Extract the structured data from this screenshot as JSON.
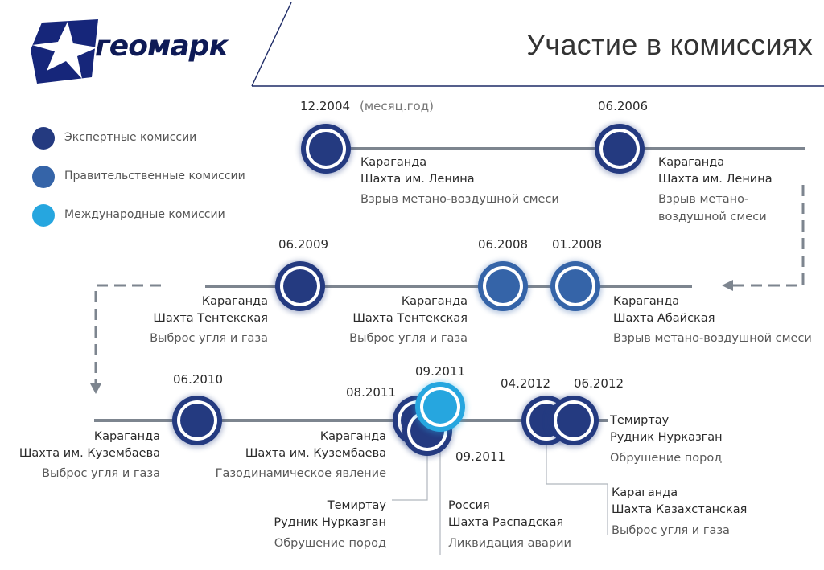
{
  "header": {
    "brand": "геомарк",
    "title": "Участие в комиссиях"
  },
  "colors": {
    "expert": "#243a80",
    "government": "#3564a8",
    "international": "#26a6df",
    "timeline": "#7d858f",
    "brand": "#0e1a56"
  },
  "legend": [
    {
      "label": "Экспертные комиссии",
      "type": "expert"
    },
    {
      "label": "Правительственные комиссии",
      "type": "government"
    },
    {
      "label": "Международные комиссии",
      "type": "international"
    }
  ],
  "format_hint": "(месяц.год)",
  "events": [
    {
      "date": "12.2004",
      "type": "expert",
      "city": "Караганда",
      "site": "Шахта им. Ленина",
      "desc": [
        "Взрыв метано-воздушной смеси"
      ]
    },
    {
      "date": "06.2006",
      "type": "expert",
      "city": "Караганда",
      "site": "Шахта им. Ленина",
      "desc": [
        "Взрыв метано-",
        "воздушной смеси"
      ]
    },
    {
      "date": "01.2008",
      "type": "government",
      "city": "Караганда",
      "site": "Шахта Абайская",
      "desc": [
        "Взрыв метано-воздушной смеси"
      ]
    },
    {
      "date": "06.2008",
      "type": "government",
      "city": "Караганда",
      "site": "Шахта Тентекская",
      "desc": [
        "Выброс угля и газа"
      ]
    },
    {
      "date": "06.2009",
      "type": "expert",
      "city": "Караганда",
      "site": "Шахта Тентекская",
      "desc": [
        "Выброс угля и газа"
      ]
    },
    {
      "date": "06.2010",
      "type": "expert",
      "city": "Караганда",
      "site": "Шахта им. Кузембаева",
      "desc": [
        "Выброс угля и газа"
      ]
    },
    {
      "date": "08.2011",
      "type": "expert",
      "city": "Караганда",
      "site": "Шахта им. Кузембаева",
      "desc": [
        "Газодинамическое явление"
      ]
    },
    {
      "date": "09.2011",
      "type": "expert",
      "city": "Темиртау",
      "site": "Рудник Нурказган",
      "desc": [
        "Обрушение пород"
      ]
    },
    {
      "date": "09.2011",
      "type": "international",
      "city": "Россия",
      "site": "Шахта Распадская",
      "desc": [
        "Ликвидация аварии"
      ]
    },
    {
      "date": "04.2012",
      "type": "expert",
      "city": "Караганда",
      "site": "Шахта Казахстанская",
      "desc": [
        "Выброс угля и газа"
      ]
    },
    {
      "date": "06.2012",
      "type": "expert",
      "city": "Темиртау",
      "site": "Рудник Нурказган",
      "desc": [
        "Обрушение пород"
      ]
    }
  ]
}
